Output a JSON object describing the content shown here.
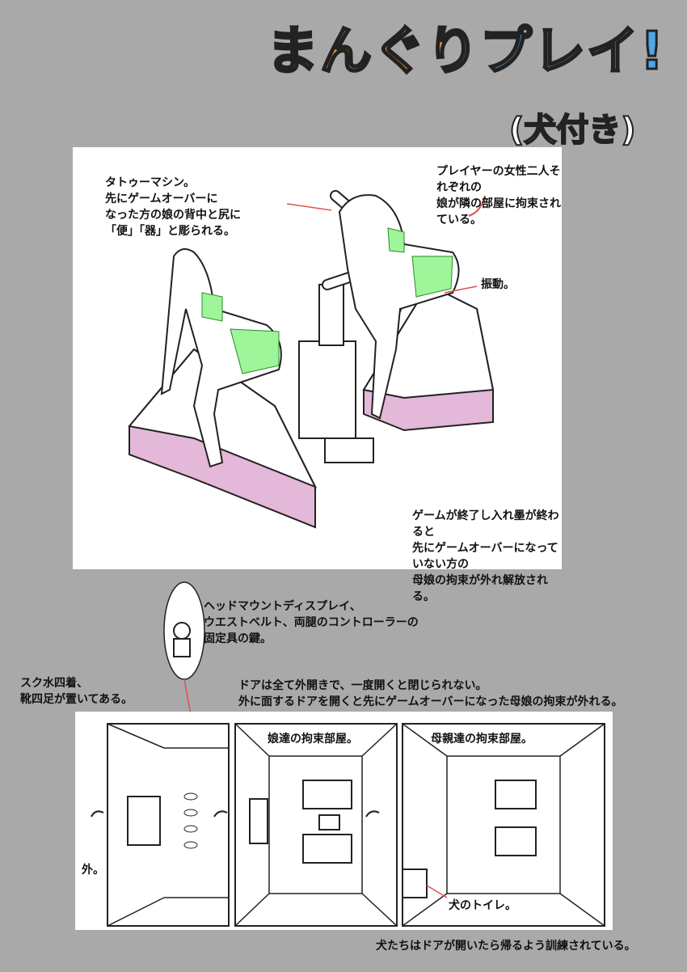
{
  "title": {
    "part1": "まんぐり",
    "part2": "プレイ!",
    "subtitle": "(犬付き)"
  },
  "top_panel": {
    "tattoo_note": "タトゥーマシン。\n先にゲームオーバーに\nなった方の娘の背中と尻に\n「便」「器」と彫られる。",
    "players_note": "プレイヤーの女性二人それぞれの\n娘が隣の部屋に拘束されている。",
    "vibration_note": "振動。",
    "end_note": "ゲームが終了し入れ墨が終わると\n先にゲームオーバーになっていない方の\n母娘の拘束が外れ解放される。"
  },
  "bottom": {
    "key_note": "ヘッドマウントディスプレイ、\nウエストベルト、両腿のコントローラーの\n固定具の鍵。",
    "swimsuit_note": "スク水四着、\n靴四足が置いてある。",
    "door_note": "ドアは全て外開きで、一度開くと閉じられない。\n外に面するドアを開くと先にゲームオーバーになった母娘の拘束が外れる。",
    "daughters_room": "娘達の拘束部屋。",
    "mothers_room": "母親達の拘束部屋。",
    "outside": "外。",
    "dog_toilet": "犬のトイレ。",
    "footer": "犬たちはドアが開いたら帰るよう訓練されている。"
  },
  "colors": {
    "orange": "#f39a3a",
    "blue": "#4ea5e8",
    "pink": "#e3b8d8",
    "green": "#9ff59a",
    "leader": "#e05050"
  }
}
